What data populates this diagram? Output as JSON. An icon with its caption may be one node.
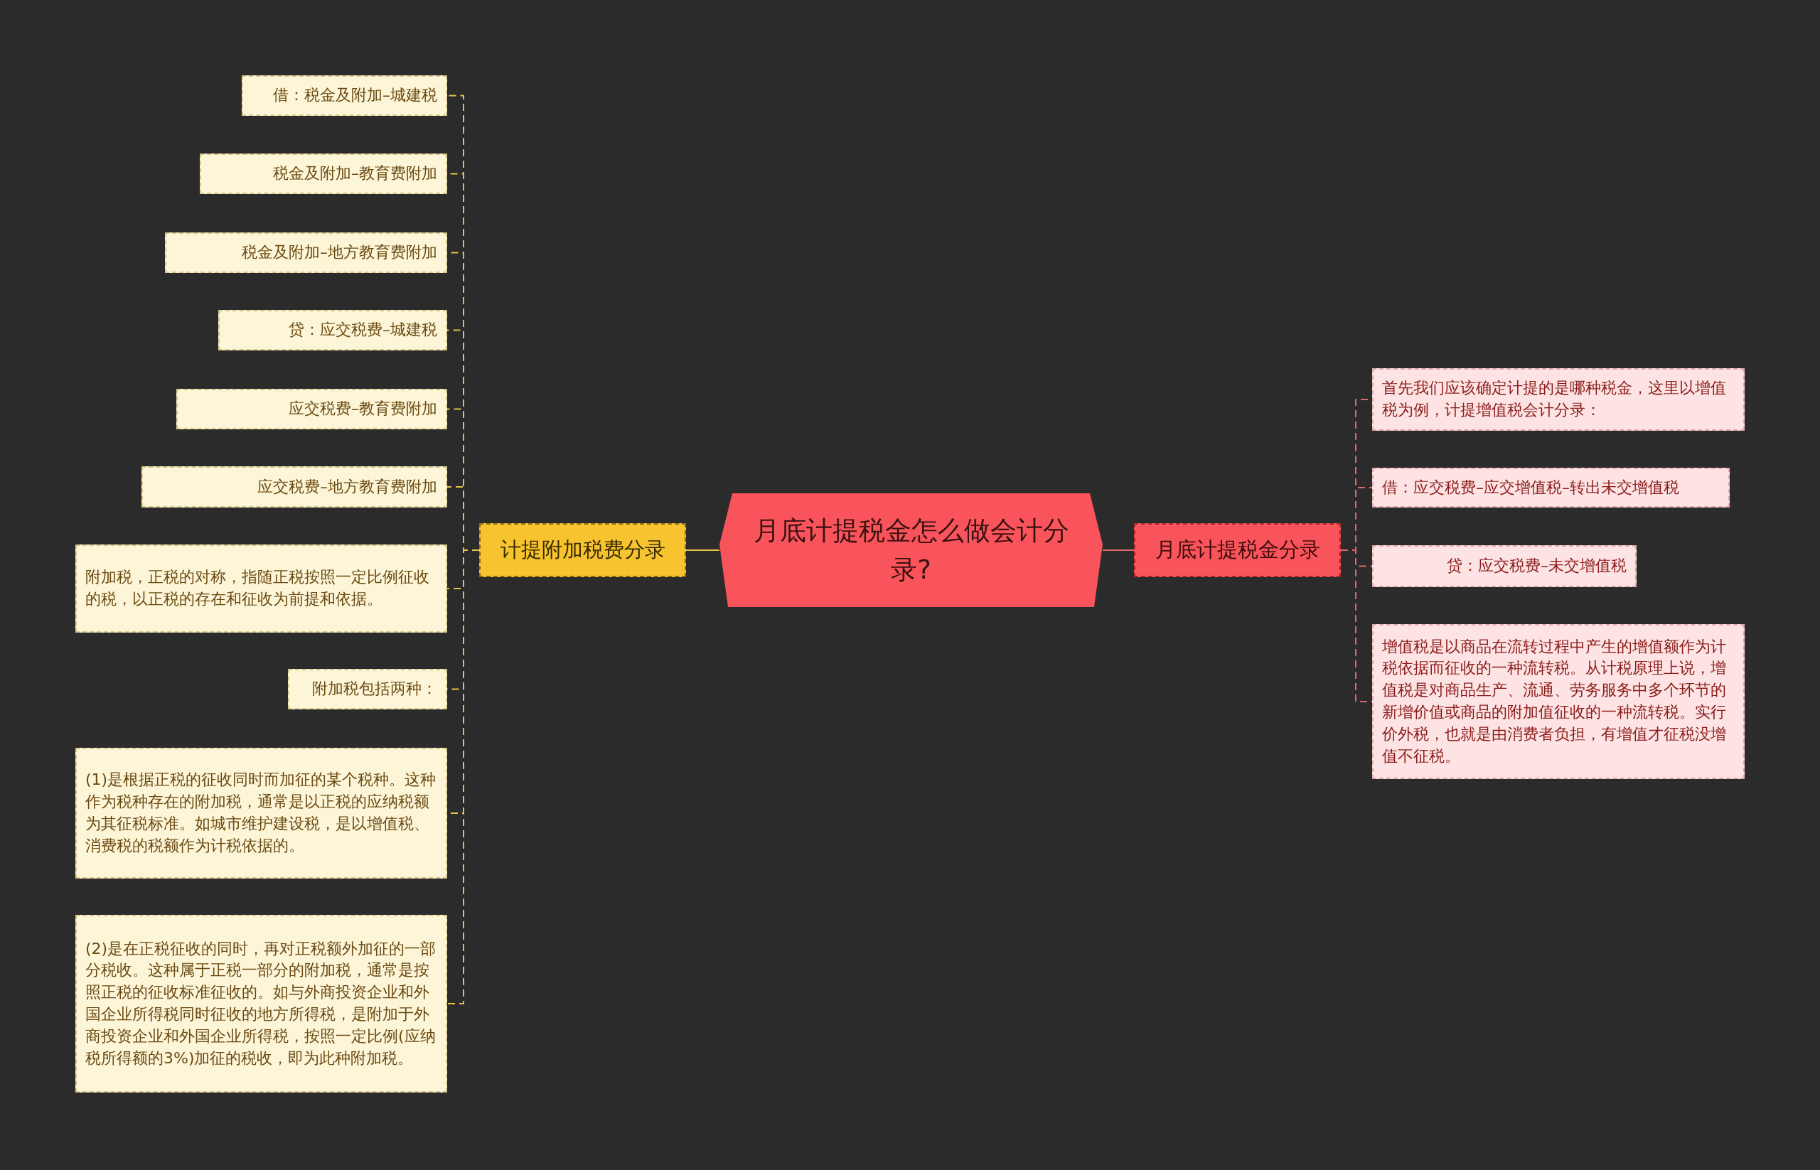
{
  "diagram": {
    "nodes": [
      {
        "text": [
          "月底计提税金怎么做会计分录?"
        ]
      },
      {
        "text": [
          "计提附加税费分录"
        ]
      },
      {
        "text": [
          "借：税金及附加–城建税"
        ]
      },
      {
        "text": [
          "税金及附加–教育费附加"
        ]
      },
      {
        "text": [
          "税金及附加–地方教育费附加"
        ]
      },
      {
        "text": [
          "贷：应交税费–城建税"
        ]
      },
      {
        "text": [
          "应交税费–教育费附加"
        ]
      },
      {
        "text": [
          "应交税费–地方教育费附加"
        ]
      },
      {
        "text": [
          "附加税，正税的对称，指随正税按照一定比例征收的税，以正税的存在和征收为前提和依据。"
        ]
      },
      {
        "text": [
          "附加税包括两种："
        ]
      },
      {
        "text": [
          "(1)是根据正税的征收同时而加征的某个税种。这种作为税种存在的附加税，通常是以正税的应纳税额为其征税标准。如城市维护建设税，是以增值税、消费税的税额作为计税依据的。"
        ]
      },
      {
        "text": [
          "(2)是在正税征收的同时，再对正税额外加征的一部分税收。这种属于正税一部分的附加税，通常是按照正税的征收标准征收的。如与外商投资企业和外国企业所得税同时征收的地方所得税，是附加于外商投资企业和外国企业所得税，按照一定比例(应纳税所得额的3%)加征的税收，即为此种附加税。"
        ]
      },
      {
        "text": [
          "月底计提税金分录"
        ]
      },
      {
        "text": [
          "首先我们应该确定计提的是哪种税金，这里以增值税为例，计提增值税会计分录："
        ]
      },
      {
        "text": [
          "借：应交税费–应交增值税–转出未交增值税"
        ]
      },
      {
        "text": [
          "贷：应交税费–未交增值税"
        ]
      },
      {
        "text": [
          "增值税是以商品在流转过程中产生的增值额作为计税依据而征收的一种流转税。从计税原理上说，增值税是对商品生产、流通、劳务服务中多个环节的新增价值或商品的附加值征收的一种流转税。实行价外税，也就是由消费者负担，有增值才征税没增值不征税。"
        ]
      }
    ],
    "edges": [
      {
        "from": 0,
        "to": 1,
        "arrow": "none"
      },
      {
        "from": 1,
        "to": 2,
        "arrow": "none",
        "style": "dashed"
      },
      {
        "from": 1,
        "to": 3,
        "arrow": "none",
        "style": "dashed"
      },
      {
        "from": 1,
        "to": 4,
        "arrow": "none",
        "style": "dashed"
      },
      {
        "from": 1,
        "to": 5,
        "arrow": "none",
        "style": "dashed"
      },
      {
        "from": 1,
        "to": 6,
        "arrow": "none",
        "style": "dashed"
      },
      {
        "from": 1,
        "to": 7,
        "arrow": "none",
        "style": "dashed"
      },
      {
        "from": 1,
        "to": 8,
        "arrow": "none",
        "style": "dashed"
      },
      {
        "from": 1,
        "to": 9,
        "arrow": "none",
        "style": "dashed"
      },
      {
        "from": 1,
        "to": 10,
        "arrow": "none",
        "style": "dashed"
      },
      {
        "from": 1,
        "to": 11,
        "arrow": "none",
        "style": "dashed"
      },
      {
        "from": 0,
        "to": 12,
        "arrow": "none",
        "color": "#e0676b"
      },
      {
        "from": 12,
        "to": 13,
        "arrow": "none",
        "style": "dashed",
        "color": "#e0676b"
      },
      {
        "from": 12,
        "to": 14,
        "arrow": "none",
        "style": "dashed",
        "color": "#e0676b"
      },
      {
        "from": 12,
        "to": 15,
        "arrow": "none",
        "style": "dashed",
        "color": "#e0676b"
      },
      {
        "from": 12,
        "to": 16,
        "arrow": "none",
        "style": "dashed",
        "color": "#e0676b"
      }
    ]
  }
}
